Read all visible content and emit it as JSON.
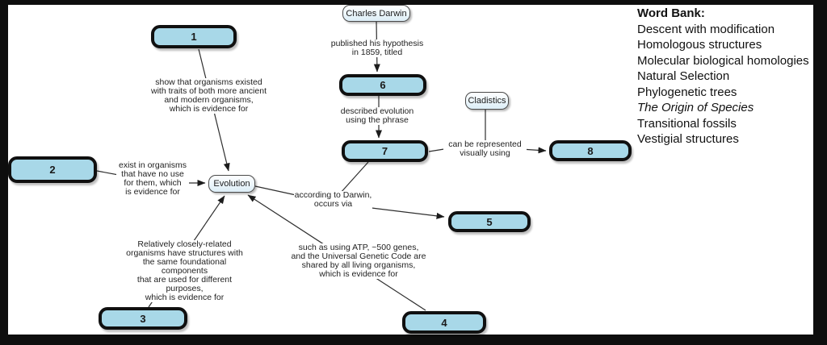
{
  "colors": {
    "frame_bg": "#0e0e0e",
    "canvas_bg": "#ffffff",
    "box_fill": "#a8d8e8",
    "box_border": "#101010",
    "node_fill": "#ddeef7",
    "node_border": "#4a4a4a",
    "line": "#2e2e2e"
  },
  "nodes": {
    "charles_darwin": "Charles Darwin",
    "cladistics": "Cladistics",
    "evolution": "Evolution"
  },
  "boxes": [
    "1",
    "2",
    "3",
    "4",
    "5",
    "6",
    "7",
    "8"
  ],
  "linking_phrases": {
    "published": "published his hypothesis\nin 1859, titled",
    "described": "described evolution\nusing the phrase",
    "represented": "can be represented\nvisually using",
    "occurs_via": "according to Darwin,\noccurs via",
    "transitional_evidence": "show that organisms existed\nwith traits of both more ancient\nand modern organisms,\nwhich is evidence for",
    "vestigial_evidence": "exist in organisms\nthat have no use\nfor them, which\nis evidence for",
    "homologous_evidence": "Relatively closely-related\norganisms have structures with\nthe same foundational components\nthat are used for different purposes,\nwhich is evidence for",
    "molecular_evidence": "such as using ATP, ~500 genes,\nand the Universal Genetic Code are\nshared by all living organisms,\nwhich is evidence for"
  },
  "word_bank": {
    "title": "Word Bank:",
    "items": [
      "Descent with modification",
      "Homologous structures",
      "Molecular biological homologies",
      "Natural Selection",
      "Phylogenetic trees",
      "The Origin of Species",
      "Transitional fossils",
      "Vestigial structures"
    ]
  }
}
